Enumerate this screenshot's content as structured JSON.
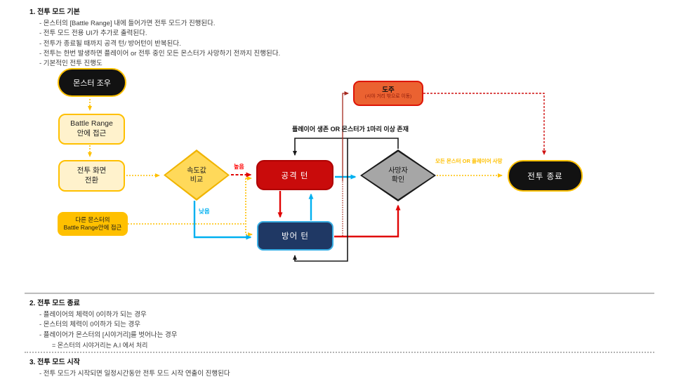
{
  "sections": {
    "basic": {
      "heading": "1. 전투 모드 기본",
      "bullets": [
        "- 몬스터의 [Battle Range] 내에 들어가면 전투 모드가 진행된다.",
        "- 전투 모드 전용 UI가 추가로 출력된다.",
        "- 전투가 종료될 때까지 공격 턴/ 방어턴이 반복된다.",
        "- 전투는 한번 발생하면 플레이어 or 전투 중인 모든 몬스터가 사망하기 전까지 진행된다.",
        "- 기본적인 전투 진행도"
      ]
    },
    "end": {
      "heading": "2. 전투 모드 종료",
      "bullets": [
        "- 플레이어의 체력이 0이하가 되는 경우",
        "- 몬스터의 체력이 0이하가 되는 경우",
        "- 플레이어가 몬스터의 [시야거리]를 벗어나는 경우"
      ],
      "sub_bullet": "= 몬스터의 시야거리는 A.I 에서 처리"
    },
    "start": {
      "heading": "3. 전투 모드 시작",
      "bullets": [
        "- 전투 모드가 시작되면 일정시간동안 전투 모드 시작 연출이 진행된다"
      ]
    }
  },
  "flowchart": {
    "nodes": {
      "monster_encounter": "몬스터 조우",
      "battle_range_approach": "Battle Range\n안에 접근",
      "battle_screen_switch": "전투 화면\n전환",
      "other_monster_range": "다른 몬스터의\nBattle Range안에 접근",
      "speed_compare": "속도값\n비교",
      "attack_turn": "공격 턴",
      "defense_turn": "방어 턴",
      "death_check": "사망자\n확인",
      "flee": "도주",
      "flee_sub": "(시야 거리 밖으로 이동)",
      "battle_end": "전투 종료"
    },
    "edge_labels": {
      "high": "높음",
      "low": "낮음",
      "loop_condition": "플레이어 생존 OR 몬스터가 1마리 이상 존재",
      "end_condition": "모든 몬스터 OR 플레이어 사망"
    },
    "colors": {
      "gold": "#FFC000",
      "cream": "#FFF2CC",
      "node_black": "#121212",
      "attack_red": "#C90B0B",
      "defense_navy": "#1F3864",
      "defense_border_blue": "#38AEE4",
      "flee_orange": "#EB6231",
      "flee_border_red": "#DE1507",
      "death_gray": "#A6A6A6",
      "speed_yellow": "#FFD95A",
      "edge_blue": "#00B0F0",
      "edge_red": "#E00404",
      "edge_dark_red": "#A5281E",
      "label_red": "#FF0000"
    }
  }
}
